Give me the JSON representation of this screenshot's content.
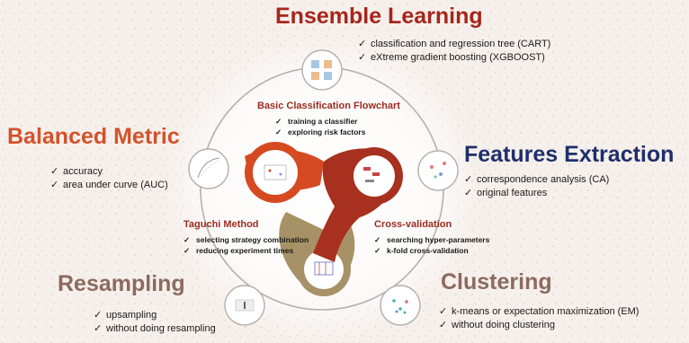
{
  "colors": {
    "ensemble": "#a6261c",
    "balanced": "#d4512a",
    "features": "#1f2f6b",
    "resampling": "#8c6a5e",
    "clustering": "#8c6a5e",
    "inner_title": "#9b2b20",
    "orange_lobe": "#d64a21",
    "red_lobe": "#a8301e",
    "tan_lobe": "#a79166"
  },
  "ensemble": {
    "title": "Ensemble Learning",
    "items": [
      "classification and regression tree (CART)",
      "eXtreme gradient boosting (XGBOOST)"
    ]
  },
  "balanced": {
    "title": "Balanced Metric",
    "items": [
      "accuracy",
      "area under curve (AUC)"
    ]
  },
  "features": {
    "title": "Features Extraction",
    "items": [
      "correspondence analysis (CA)",
      "original features"
    ]
  },
  "resampling": {
    "title": "Resampling",
    "items": [
      "upsampling",
      "without doing resampling"
    ]
  },
  "clustering": {
    "title": "Clustering",
    "items": [
      "k-means or expectation maximization (EM)",
      "without doing clustering"
    ]
  },
  "basic": {
    "title": "Basic Classification Flowchart",
    "items": [
      "training a classifier",
      "exploring risk factors"
    ]
  },
  "taguchi": {
    "title": "Taguchi Method",
    "items": [
      "selecting strategy combination",
      "reducing experiment times"
    ]
  },
  "crossval": {
    "title": "Cross-validation",
    "items": [
      "searching hyper-parameters",
      "k-fold cross-validation"
    ]
  },
  "check_glyph": "✓"
}
